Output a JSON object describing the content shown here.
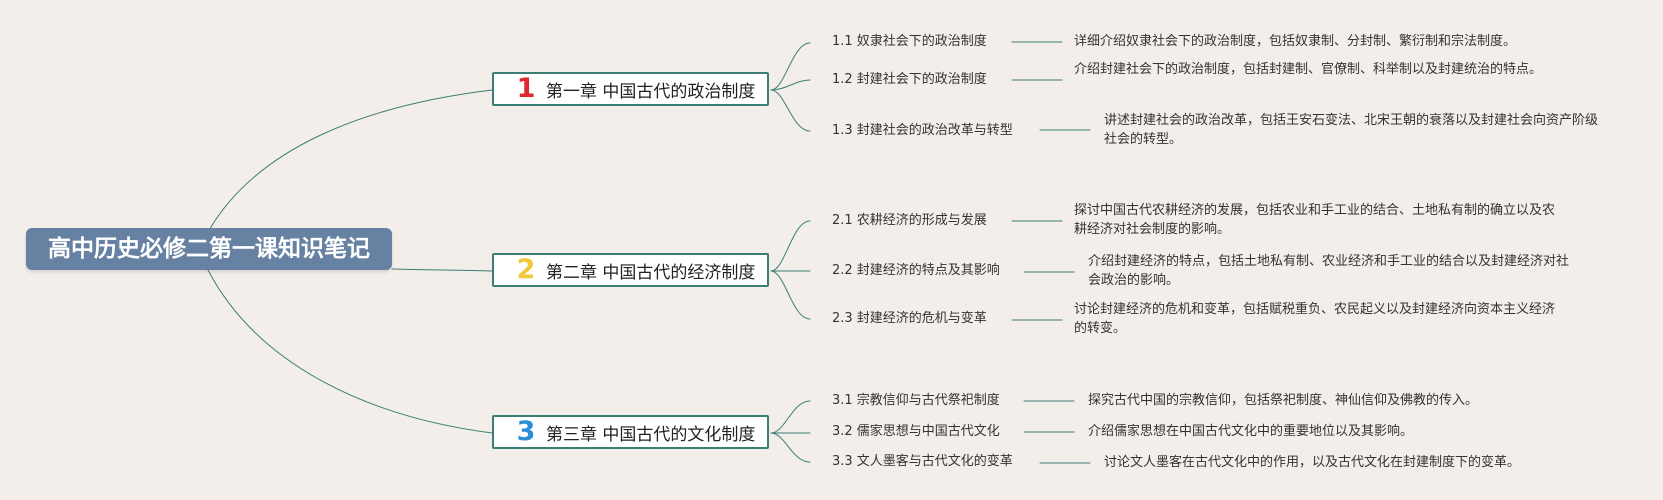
{
  "root": {
    "title": "高中历史必修二第一课知识笔记"
  },
  "colors": {
    "root_bg": "#6681a2",
    "line": "#3b7f74",
    "num1": "#e0262e",
    "num2": "#f0c93a",
    "num3": "#2b8fd8"
  },
  "chapters": [
    {
      "num": "1",
      "title": "第一章 中国古代的政治制度",
      "sections": [
        {
          "label": "1.1 奴隶社会下的政治制度",
          "desc": "详细介绍奴隶社会下的政治制度，包括奴隶制、分封制、繁衍制和宗法制度。"
        },
        {
          "label": "1.2 封建社会下的政治制度",
          "desc": "介绍封建社会下的政治制度，包括封建制、官僚制、科举制以及封建统治的特点。"
        },
        {
          "label": "1.3 封建社会的政治改革与转型",
          "desc": "讲述封建社会的政治改革，包括王安石变法、北宋王朝的衰落以及封建社会向资产阶级社会的转型。"
        }
      ]
    },
    {
      "num": "2",
      "title": "第二章 中国古代的经济制度",
      "sections": [
        {
          "label": "2.1 农耕经济的形成与发展",
          "desc": "探讨中国古代农耕经济的发展，包括农业和手工业的结合、土地私有制的确立以及农耕经济对社会制度的影响。"
        },
        {
          "label": "2.2 封建经济的特点及其影响",
          "desc": "介绍封建经济的特点，包括土地私有制、农业经济和手工业的结合以及封建经济对社会政治的影响。"
        },
        {
          "label": "2.3 封建经济的危机与变革",
          "desc": "讨论封建经济的危机和变革，包括赋税重负、农民起义以及封建经济向资本主义经济的转变。"
        }
      ]
    },
    {
      "num": "3",
      "title": "第三章 中国古代的文化制度",
      "sections": [
        {
          "label": "3.1 宗教信仰与古代祭祀制度",
          "desc": "探究古代中国的宗教信仰，包括祭祀制度、神仙信仰及佛教的传入。"
        },
        {
          "label": "3.2 儒家思想与中国古代文化",
          "desc": "介绍儒家思想在中国古代文化中的重要地位以及其影响。"
        },
        {
          "label": "3.3 文人墨客与古代文化的变革",
          "desc": "讨论文人墨客在古代文化中的作用，以及古代文化在封建制度下的变革。"
        }
      ]
    }
  ]
}
